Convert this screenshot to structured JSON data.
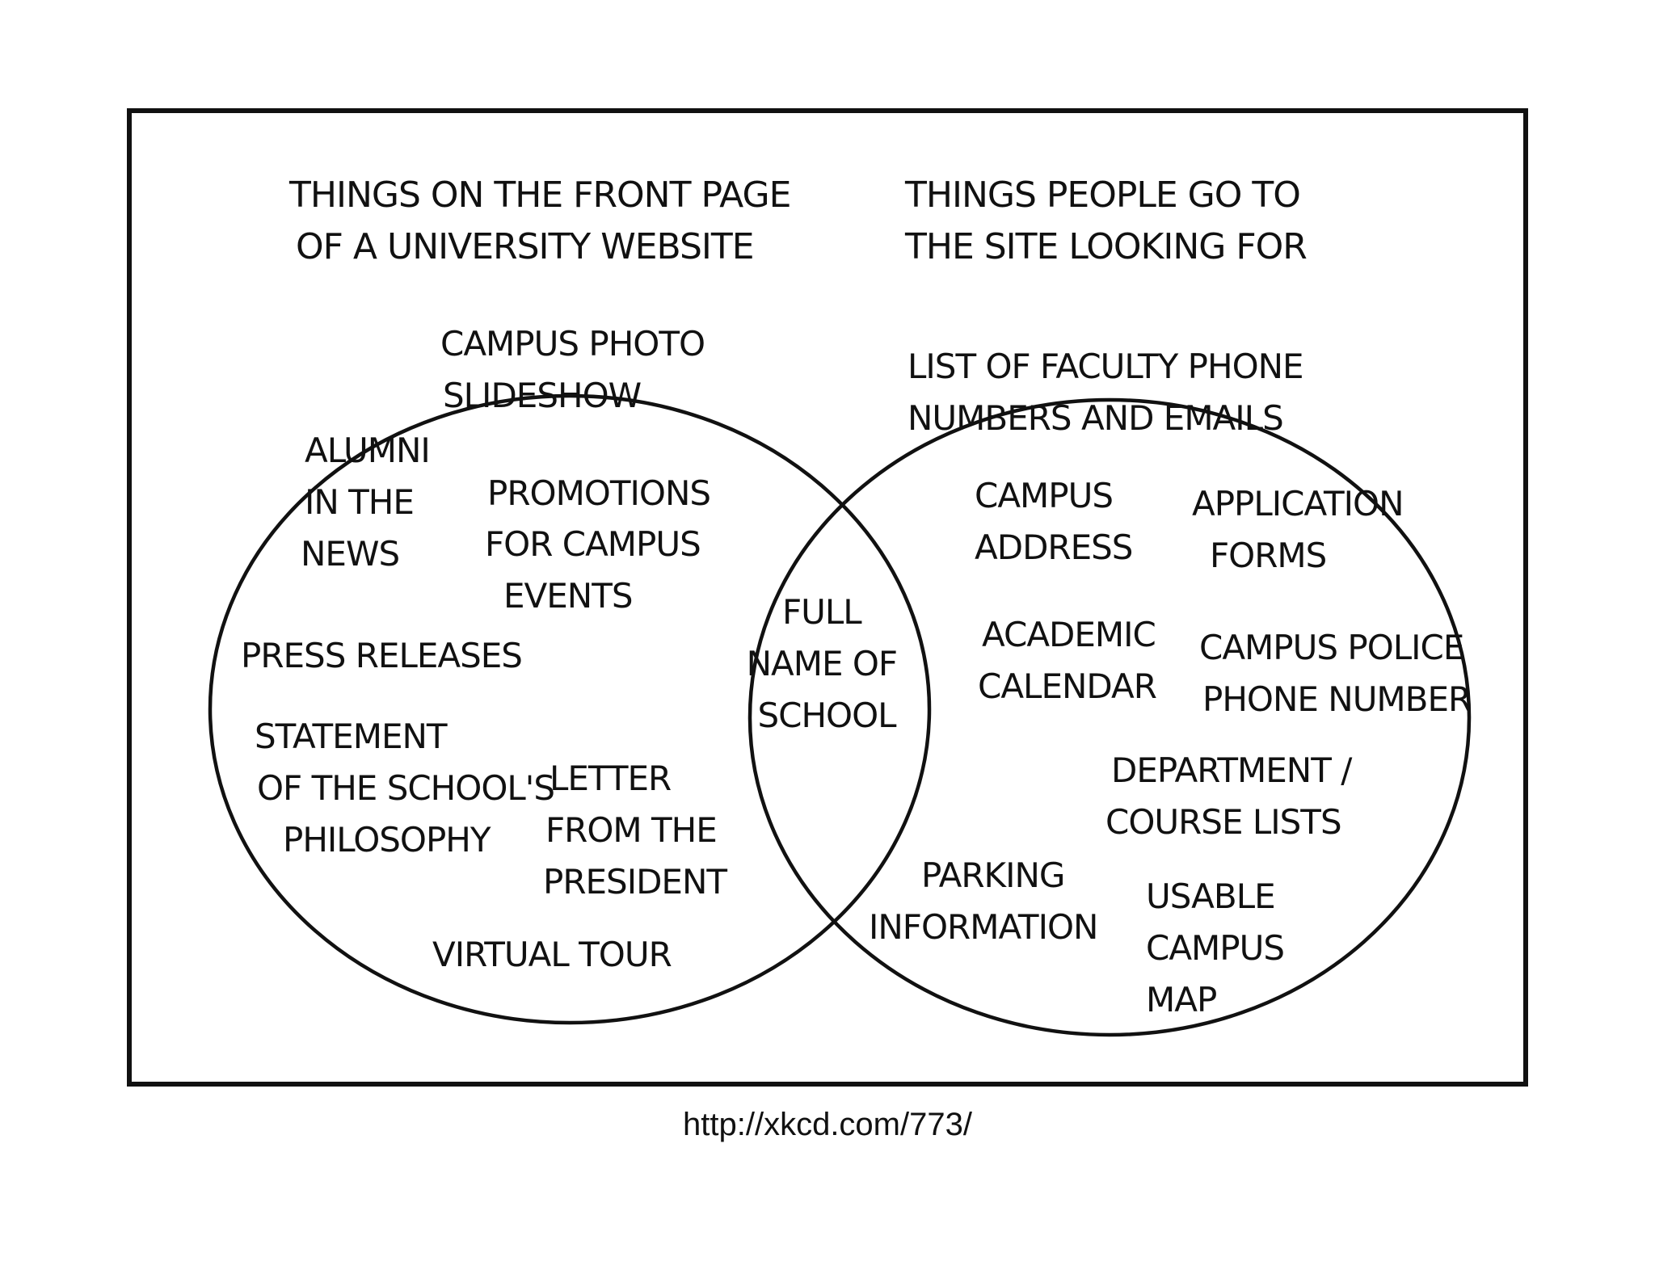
{
  "sets": {
    "left": {
      "title_lines": [
        "THINGS ON THE FRONT PAGE",
        "OF A UNIVERSITY WEBSITE"
      ],
      "items": [
        [
          "CAMPUS PHOTO",
          "SLIDESHOW"
        ],
        [
          "ALUMNI",
          "IN THE",
          "NEWS"
        ],
        [
          "PROMOTIONS",
          "FOR CAMPUS",
          "EVENTS"
        ],
        [
          "PRESS RELEASES"
        ],
        [
          "STATEMENT",
          "OF THE SCHOOL'S",
          "PHILOSOPHY"
        ],
        [
          "LETTER",
          "FROM THE",
          "PRESIDENT"
        ],
        [
          "VIRTUAL TOUR"
        ]
      ]
    },
    "right": {
      "title_lines": [
        "THINGS PEOPLE GO TO",
        "THE SITE LOOKING FOR"
      ],
      "items": [
        [
          "LIST OF FACULTY PHONE",
          "NUMBERS AND EMAILS"
        ],
        [
          "CAMPUS",
          "ADDRESS"
        ],
        [
          "APPLICATION",
          "FORMS"
        ],
        [
          "ACADEMIC",
          "CALENDAR"
        ],
        [
          "CAMPUS POLICE",
          "PHONE NUMBER"
        ],
        [
          "DEPARTMENT /",
          "COURSE LISTS"
        ],
        [
          "PARKING",
          "INFORMATION"
        ],
        [
          "USABLE",
          "CAMPUS",
          "MAP"
        ]
      ]
    },
    "intersection": {
      "items": [
        [
          "FULL",
          "NAME OF",
          "SCHOOL"
        ]
      ]
    }
  },
  "source_url": "http://xkcd.com/773/",
  "colors": {
    "ink": "#111111",
    "background": "#ffffff"
  }
}
